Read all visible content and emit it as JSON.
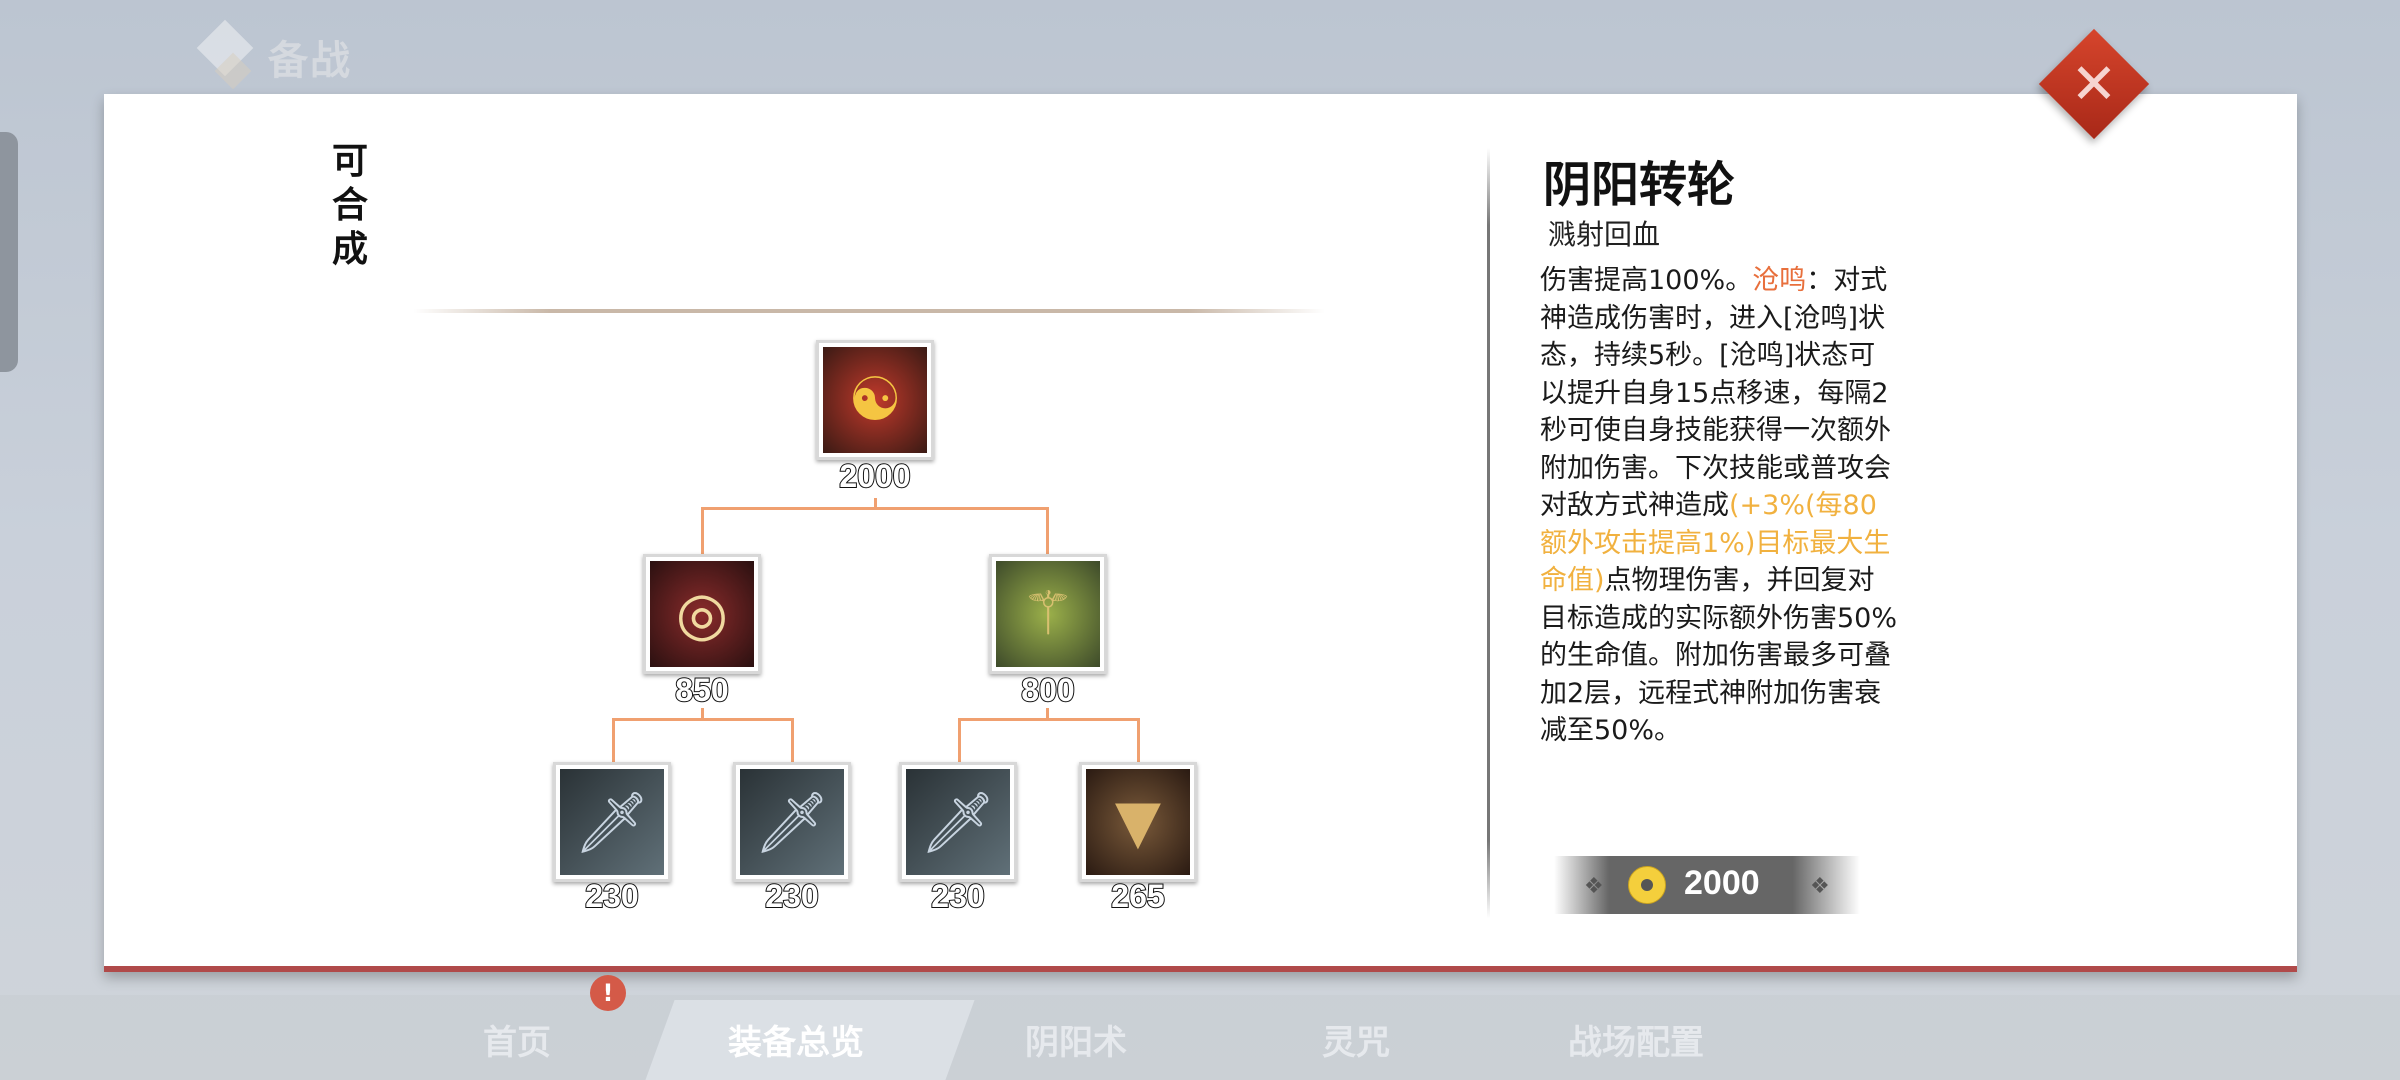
{
  "header": {
    "title": "备战"
  },
  "panel": {
    "section_label": "可合成",
    "tree": {
      "root": {
        "name": "阴阳转轮",
        "price": "2000",
        "icon": "yin-yang-wheel-icon"
      },
      "mid": [
        {
          "price": "850",
          "icon": "feather-ring-icon"
        },
        {
          "price": "800",
          "icon": "green-staff-icon"
        }
      ],
      "leaves": [
        {
          "price": "230",
          "icon": "katana-icon"
        },
        {
          "price": "230",
          "icon": "katana-icon"
        },
        {
          "price": "230",
          "icon": "katana-icon"
        },
        {
          "price": "265",
          "icon": "talisman-icon"
        }
      ]
    },
    "detail": {
      "title": "阴阳转轮",
      "subtitle": "溅射回血",
      "desc": [
        {
          "t": "伤害提高100%。",
          "c": ""
        },
        {
          "t": "沧鸣",
          "c": "o"
        },
        {
          "t": "：对式神造成伤害时，进入[沧鸣]状态，持续5秒。[沧鸣]状态可以提升自身15点移速，每隔2秒可使自身技能获得一次额外附加伤害。下次技能或普攻会对敌方式神造成",
          "c": ""
        },
        {
          "t": "(+3%(每80额外攻击提高1%)目标最大生命值)",
          "c": "y"
        },
        {
          "t": "点物理伤害，并回复对目标造成的实际额外伤害50%的生命值。附加伤害最多可叠加2层，远程式神附加伤害衰减至50%。",
          "c": ""
        }
      ],
      "cost": "2000"
    }
  },
  "nav": {
    "badge": "!",
    "tabs": [
      {
        "label": "首页"
      },
      {
        "label": "装备总览"
      },
      {
        "label": "阴阳术"
      },
      {
        "label": "灵咒"
      },
      {
        "label": "战场配置"
      }
    ]
  },
  "colors": {
    "accent": "#f0a070",
    "close": "#c8321f",
    "highlight_orange": "#e86f3c",
    "highlight_yellow": "#f1b13f"
  }
}
